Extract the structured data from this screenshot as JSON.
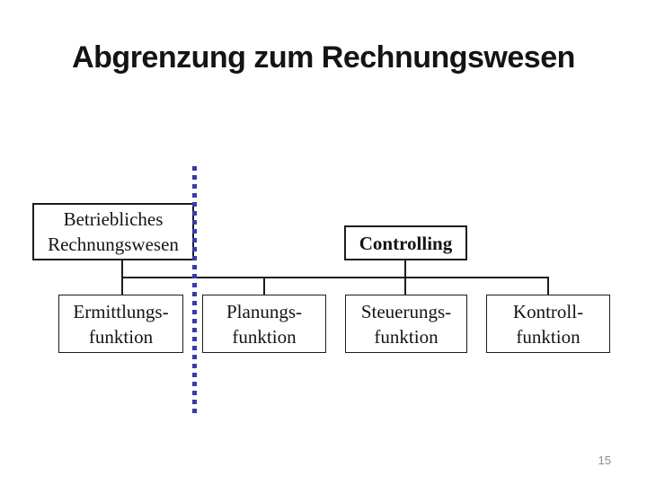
{
  "slide": {
    "title": "Abgrenzung zum Rechnungswesen",
    "page_number": "15"
  },
  "diagram": {
    "accounting_box": {
      "line1": "Betriebliches",
      "line2": "Rechnungswesen"
    },
    "controlling_box": {
      "label": "Controlling"
    },
    "function_boxes": [
      {
        "line1": "Ermittlungs-",
        "line2": "funktion"
      },
      {
        "line1": "Planungs-",
        "line2": "funktion"
      },
      {
        "line1": "Steuerungs-",
        "line2": "funktion"
      },
      {
        "line1": "Kontroll-",
        "line2": "funktion"
      }
    ],
    "divider_color": "#3a3aa8",
    "line_color": "#1c1c1c"
  }
}
